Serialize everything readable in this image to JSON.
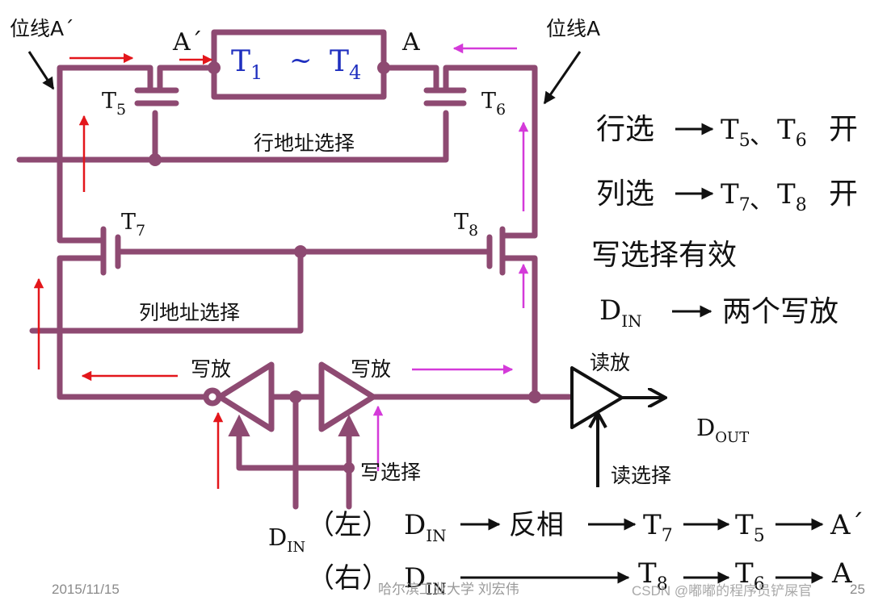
{
  "labels": {
    "bitline_a_prime": "位线A´",
    "bitline_a": "位线A",
    "node_a_prime": "A´",
    "node_a": "A",
    "t1": "T",
    "t1_sub": "1",
    "tilde": "~",
    "t4": "T",
    "t4_sub": "4",
    "t5": "T",
    "t5_sub": "5",
    "t6": "T",
    "t6_sub": "6",
    "t7": "T",
    "t7_sub": "7",
    "t8": "T",
    "t8_sub": "8",
    "row_select": "行地址选择",
    "col_select": "列地址选择",
    "write_amp_left": "写放",
    "write_amp_right": "写放",
    "read_amp": "读放",
    "write_select": "写选择",
    "read_select": "读选择",
    "dout": "D",
    "dout_sub": "OUT",
    "din": "D",
    "din_sub": "IN"
  },
  "notes": {
    "line1": {
      "text": "行选",
      "r1": "T",
      "r1_sub": "5",
      "sep": "、",
      "r2": "T",
      "r2_sub": "6",
      "tail": "开"
    },
    "line2": {
      "text": "列选",
      "r1": "T",
      "r1_sub": "7",
      "sep": "、",
      "r2": "T",
      "r2_sub": "8",
      "tail": "开"
    },
    "line3": {
      "text": "写选择有效"
    },
    "line4": {
      "d": "D",
      "d_sub": "IN",
      "tail": "两个写放"
    }
  },
  "paths": {
    "left": {
      "paren": "（左）",
      "d": "D",
      "d_sub": "IN",
      "s1": "反相",
      "s2": "T",
      "s2_sub": "7",
      "s3": "T",
      "s3_sub": "5",
      "s4": "A´"
    },
    "right": {
      "paren": "（右）",
      "d": "D",
      "d_sub": "IN",
      "s2": "T",
      "s2_sub": "8",
      "s3": "T",
      "s3_sub": "6",
      "s4": "A"
    }
  },
  "footer": {
    "date": "2015/11/15",
    "author": "哈尔滨工业大学  刘宏伟",
    "page": "25",
    "watermark": "CSDN @嘟嘟的程序员铲屎官"
  },
  "colors": {
    "wire": "#8e4a72",
    "red_arrow": "#e3161b",
    "magenta_arrow": "#d43ad9",
    "blue_text": "#1f2fbf",
    "black": "#111111"
  }
}
